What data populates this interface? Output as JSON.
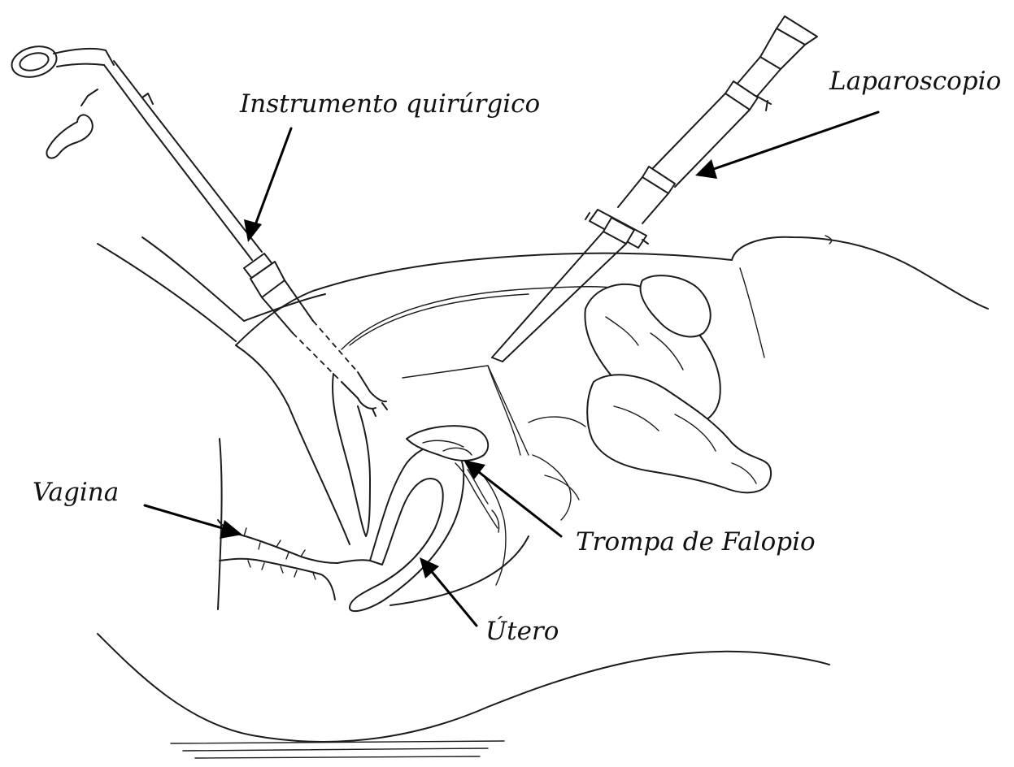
{
  "labels": {
    "instrument": "Instrumento quirúrgico",
    "laparoscope": "Laparoscopio",
    "vagina": "Vagina",
    "fallopian_tube": "Trompa de Falopio",
    "uterus": "Útero"
  }
}
